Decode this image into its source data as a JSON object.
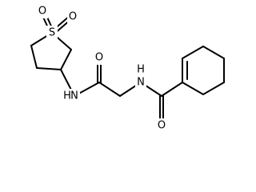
{
  "molecule": {
    "colors": {
      "bond": "#000000",
      "heteroatom": "#000000"
    },
    "atoms": {
      "S1": "S",
      "O1": "O",
      "O2": "O",
      "N1": "N",
      "H1": "H",
      "O3": "O",
      "N2": "N",
      "H2": "H",
      "O4": "O"
    }
  }
}
